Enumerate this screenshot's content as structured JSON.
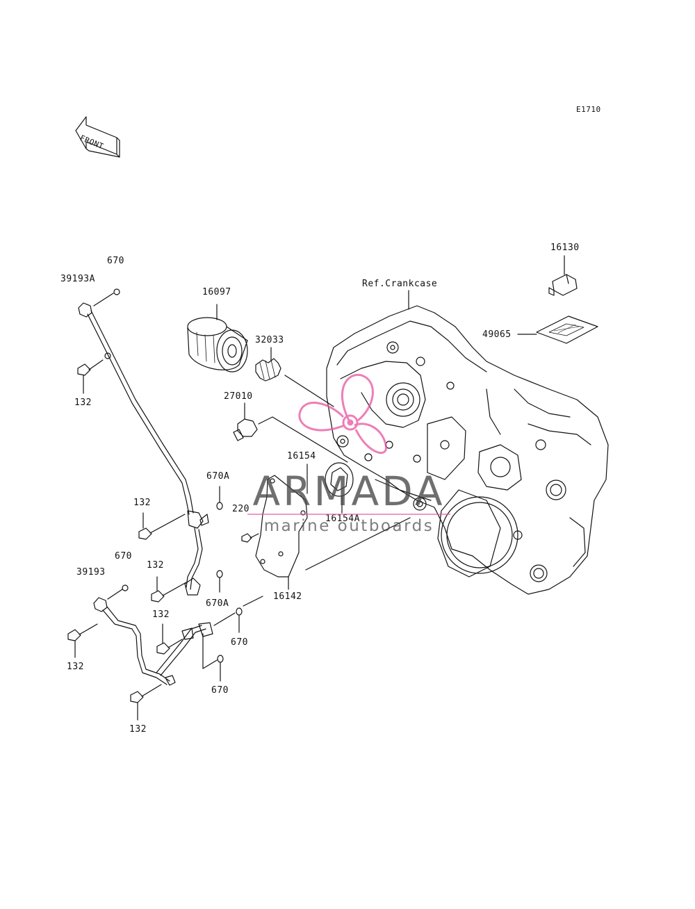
{
  "diagram_code": "E1710",
  "front_arrow": {
    "text": "FRONT"
  },
  "crankcase_ref": "Ref.Crankcase",
  "part_labels": {
    "p16130": "16130",
    "p49065": "49065",
    "p16097": "16097",
    "p32033": "32033",
    "p27010": "27010",
    "p16154": "16154",
    "p16154a": "16154A",
    "p16142": "16142",
    "p220": "220",
    "p39193a": "39193A",
    "p670_top": "670",
    "p132_a": "132",
    "p132_b": "132",
    "p670a_a": "670A",
    "p132_c": "132",
    "p670a_b": "670A",
    "p39193": "39193",
    "p670_mid": "670",
    "p132_d": "132",
    "p132_e": "132",
    "p670_c": "670",
    "p670_d": "670",
    "p132_f": "132"
  },
  "watermark": {
    "title": "ARMADA",
    "subtitle": "marine outboards",
    "logo_color": "#e754a0",
    "text_color": "#464646"
  },
  "colors": {
    "line": "#111111",
    "background": "#ffffff"
  }
}
